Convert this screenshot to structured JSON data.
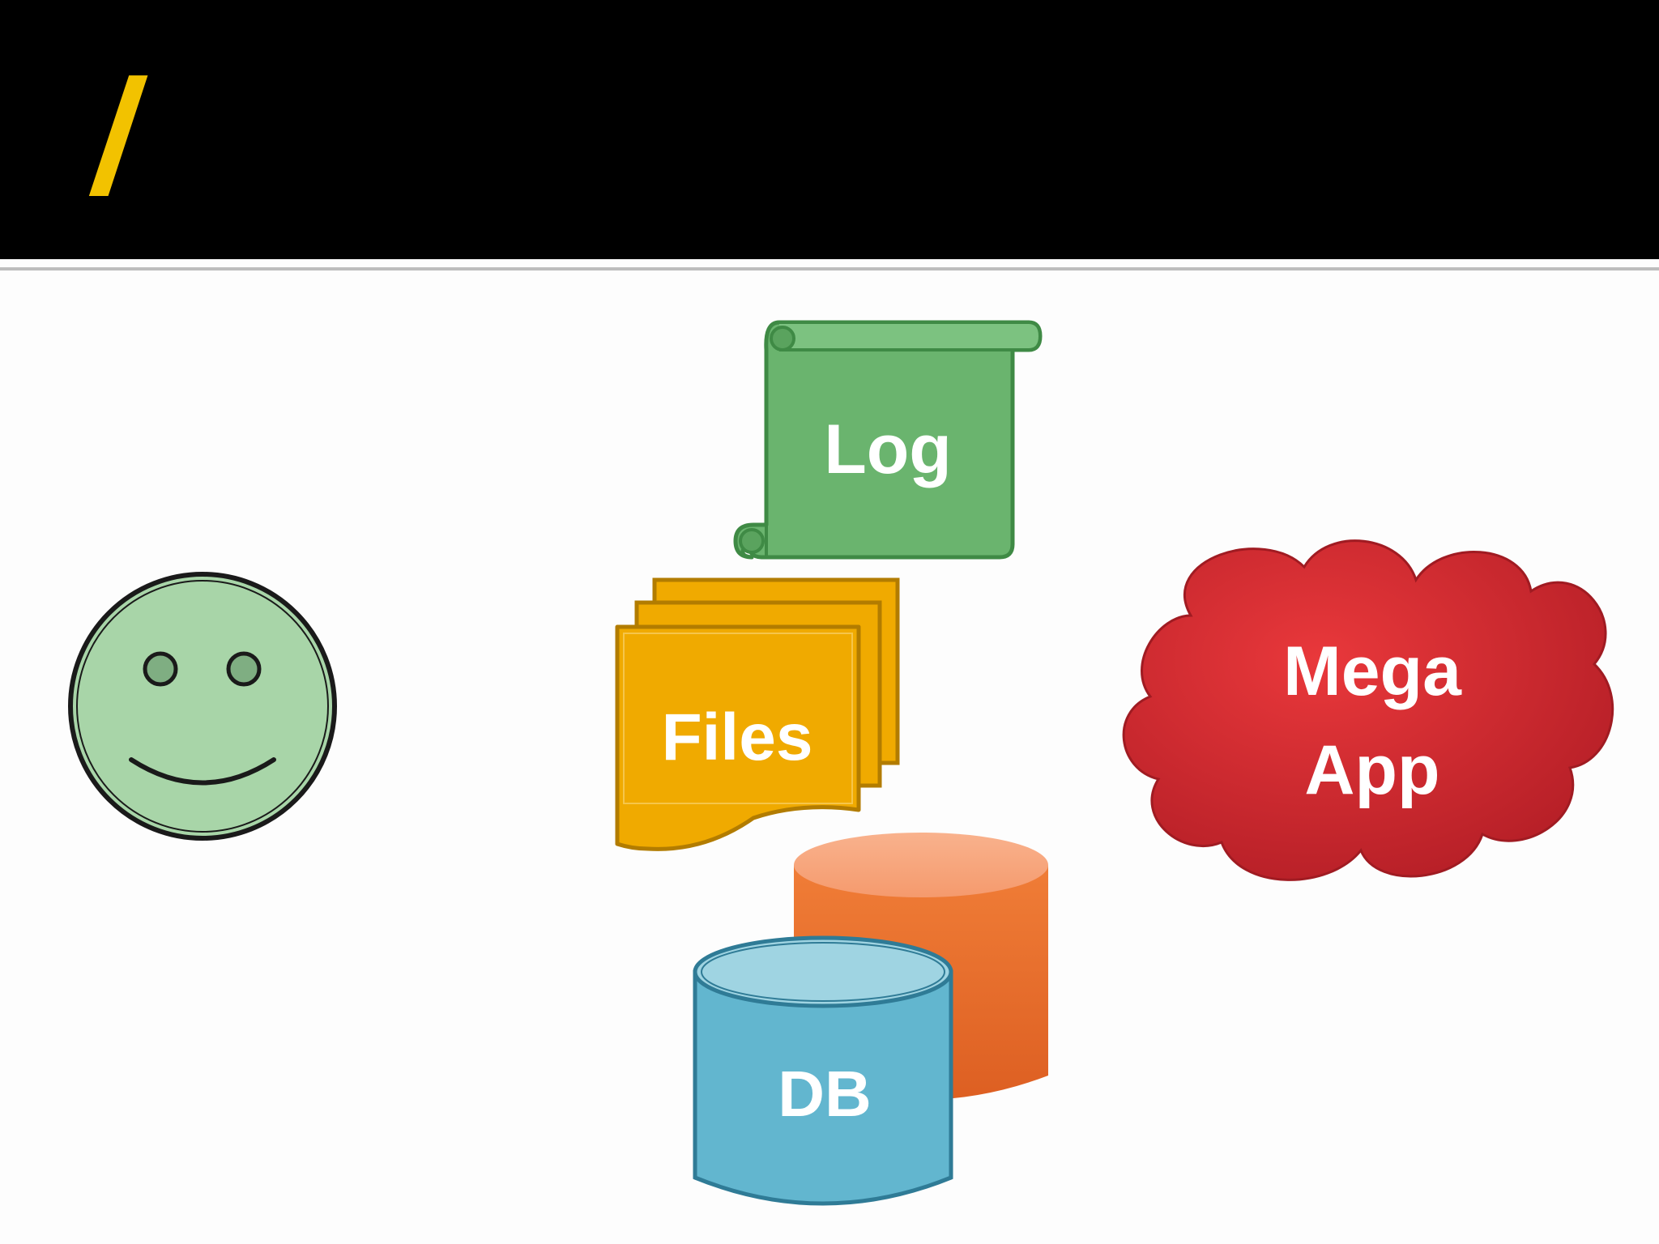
{
  "slide": {
    "title": "/",
    "title_color": "#f2c200",
    "header_color": "#000000"
  },
  "diagram": {
    "user": {
      "icon": "smiley-face-icon",
      "color": "#a8d5a8"
    },
    "log": {
      "label": "Log",
      "icon": "scroll-icon",
      "color": "#6ab46e"
    },
    "files": {
      "label": "Files",
      "icon": "stacked-documents-icon",
      "color": "#f0aa00"
    },
    "db": {
      "label": "DB",
      "icon": "database-cylinder-icon",
      "color": "#62b6cf"
    },
    "db_secondary": {
      "icon": "database-cylinder-icon",
      "color": "#ef7a35"
    },
    "mega_app": {
      "label_line1": "Mega",
      "label_line2": "App",
      "icon": "cloud-icon",
      "color": "#cf2b2e"
    }
  }
}
